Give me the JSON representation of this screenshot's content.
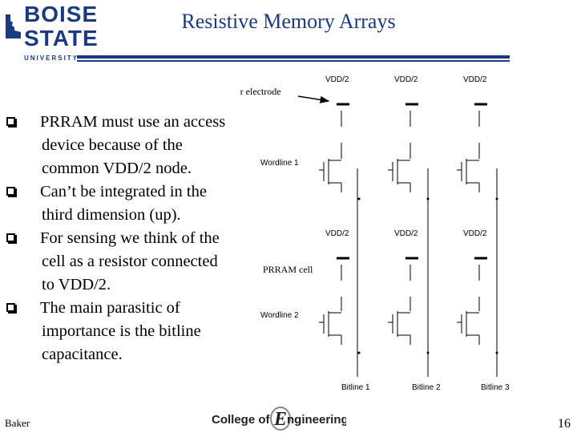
{
  "header": {
    "logo": {
      "line1": "BOISE",
      "line2": "STATE",
      "line3": "UNIVERSITY"
    },
    "title": "Resistive Memory Arrays"
  },
  "bullets": [
    {
      "lines": [
        "PRRAM must use an access",
        "device because of the",
        "common VDD/2 node."
      ]
    },
    {
      "lines": [
        "Can’t be integrated in the",
        "third dimension (up)."
      ]
    },
    {
      "lines": [
        "For sensing we think of the",
        "cell as a resistor connected",
        "to VDD/2."
      ]
    },
    {
      "lines": [
        "The main parasitic of",
        "importance is the bitline",
        "capacitance."
      ]
    }
  ],
  "diagram": {
    "callout_silver": "Silver electrode",
    "callout_prram": "PRRAM cell",
    "vdd_label": "VDD/2",
    "wordlines": [
      "Wordline 1",
      "Wordline 2"
    ],
    "bitlines": [
      "Bitline 1",
      "Bitline 2",
      "Bitline 3"
    ]
  },
  "footer": {
    "author": "Baker",
    "college_logo": {
      "prefix": "College of",
      "letter": "E",
      "suffix": "ngineering"
    },
    "page_number": "16"
  },
  "colors": {
    "brand_blue": "#1b3a82",
    "line": "#000000"
  }
}
